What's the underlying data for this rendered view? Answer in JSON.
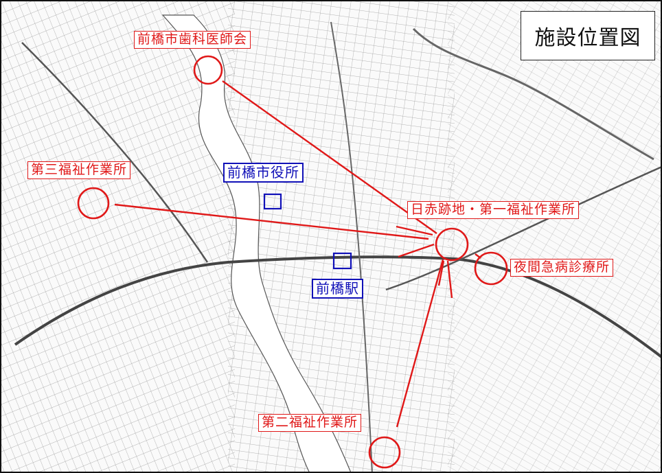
{
  "map": {
    "title": "施設位置図",
    "colors": {
      "facility": "#e01818",
      "landmark": "#1010b8",
      "river": "#ffffff",
      "streets": "#8a8a8a"
    },
    "facilities": [
      {
        "id": "dental",
        "label": "前橋市歯科医師会"
      },
      {
        "id": "welfare3",
        "label": "第三福祉作業所"
      },
      {
        "id": "redcross",
        "label": "日赤跡地・第一福祉作業所"
      },
      {
        "id": "night-clinic",
        "label": "夜間急病診療所"
      },
      {
        "id": "welfare2",
        "label": "第二福祉作業所"
      }
    ],
    "landmarks": [
      {
        "id": "city-hall",
        "label": "前橋市役所"
      },
      {
        "id": "station",
        "label": "前橋駅"
      }
    ]
  }
}
